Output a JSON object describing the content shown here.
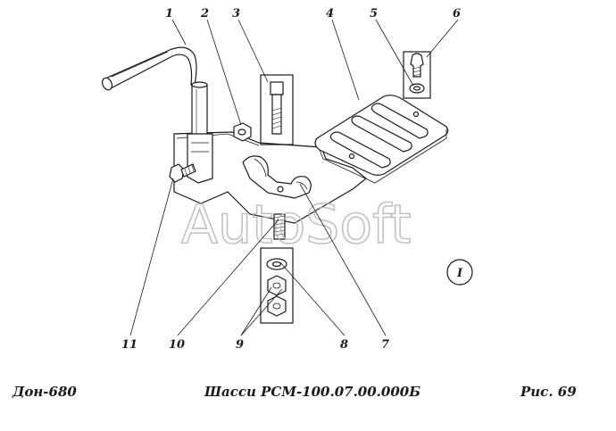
{
  "callouts": [
    "1",
    "2",
    "3",
    "4",
    "5",
    "6",
    "7",
    "8",
    "9",
    "10",
    "11"
  ],
  "view_marker": "I",
  "watermark": "AutoSoft",
  "footer": {
    "left": "Дон-680",
    "center": "Шасси РСМ-100.07.00.000Б",
    "right": "Рис.  69"
  }
}
